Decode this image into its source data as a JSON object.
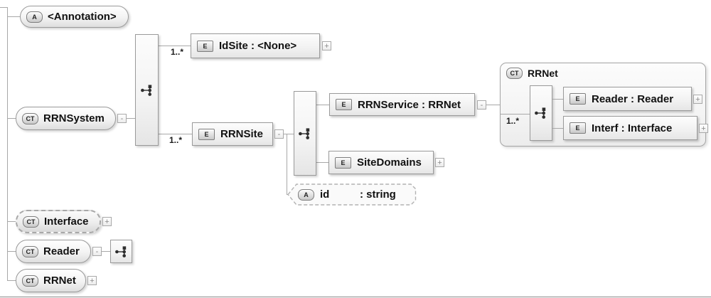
{
  "badges": {
    "attribute": "A",
    "complex_type": "CT",
    "element": "E"
  },
  "expanders": {
    "collapsed": "+",
    "expanded": "-"
  },
  "cardinality": {
    "idsite": "1..*",
    "rrnsite": "1..*",
    "rrnet_children": "1..*"
  },
  "nodes": {
    "annotation": {
      "label": "<Annotation>"
    },
    "rrnsystem": {
      "label": "RRNSystem"
    },
    "idsite": {
      "label": "IdSite : <None>"
    },
    "rrnsite": {
      "label": "RRNSite"
    },
    "rrnservice": {
      "label": "RRNService : RRNet"
    },
    "sitedomains": {
      "label": "SiteDomains"
    },
    "id_attribute": {
      "name": "id",
      "type": ": string"
    },
    "rrnet_complex": {
      "label": "RRNet"
    },
    "reader_element": {
      "label": "Reader : Reader"
    },
    "interf_element": {
      "label": "Interf : Interface"
    },
    "interface_complex": {
      "label": "Interface"
    },
    "reader_complex": {
      "label": "Reader"
    },
    "rrnet_root": {
      "label": "RRNet"
    }
  },
  "colors": {
    "connector_line": "#a8a8a8",
    "node_border": "#9a9a9a",
    "node_fill_top": "#ffffff",
    "node_fill_bottom": "#e0e0e0",
    "text": "#111111"
  }
}
